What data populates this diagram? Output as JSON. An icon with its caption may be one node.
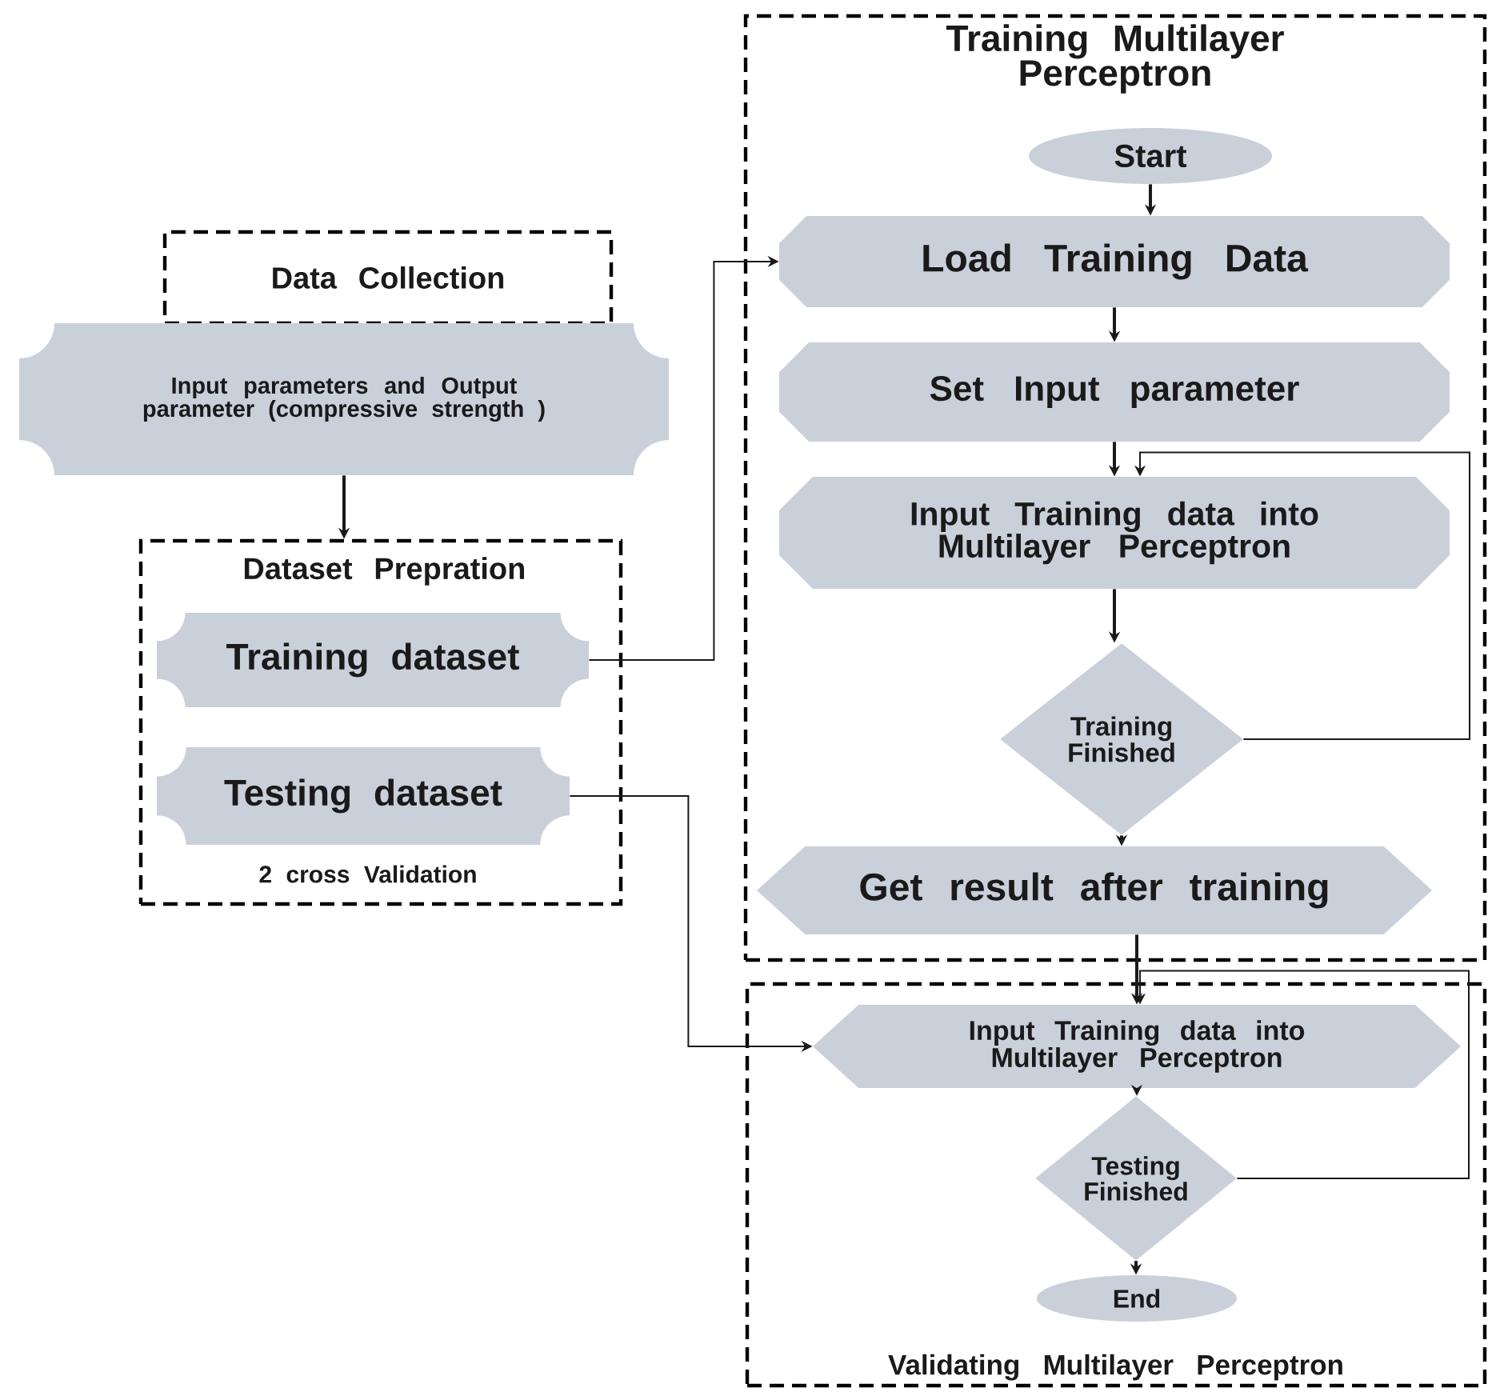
{
  "diagram": {
    "nodes": [
      {
        "text": [
          "Data Collection"
        ]
      },
      {
        "text": [
          "Input parameters and Output parameter (compressive strength )"
        ]
      },
      {
        "text": [
          "Dataset Prepration",
          "2 cross Validation"
        ]
      },
      {
        "text": [
          "Training dataset"
        ],
        "in": 2
      },
      {
        "text": [
          "Testing dataset"
        ],
        "in": 2
      },
      {
        "text": [
          "Training Multilayer Perceptron"
        ]
      },
      {
        "text": [
          "Start"
        ],
        "in": 5
      },
      {
        "text": [
          "Load Training Data"
        ],
        "in": 5
      },
      {
        "text": [
          "Set Input parameter"
        ],
        "in": 5
      },
      {
        "text": [
          "Input Training data into Multilayer Perceptron"
        ],
        "in": 5
      },
      {
        "text": [
          "Training Finished"
        ],
        "in": 5
      },
      {
        "text": [
          "Get result after training"
        ],
        "in": 5
      },
      {
        "text": [
          "Validating Multilayer Perceptron"
        ]
      },
      {
        "text": [
          "Input Training data into Multilayer Perceptron"
        ],
        "in": 12
      },
      {
        "text": [
          "Testing Finished"
        ],
        "in": 12
      },
      {
        "text": [
          "End"
        ],
        "in": 12
      }
    ],
    "edges": [
      {
        "from": 1,
        "to": 2,
        "arrow": "to"
      },
      {
        "from": 3,
        "to": 7,
        "arrow": "to"
      },
      {
        "from": 4,
        "to": 13,
        "arrow": "to"
      },
      {
        "from": 6,
        "to": 7,
        "arrow": "to"
      },
      {
        "from": 7,
        "to": 8,
        "arrow": "to"
      },
      {
        "from": 8,
        "to": 9,
        "arrow": "to"
      },
      {
        "from": 9,
        "to": 10,
        "arrow": "to"
      },
      {
        "from": 10,
        "to": 11,
        "arrow": "to"
      },
      {
        "from": 10,
        "to": 9,
        "arrow": "to"
      },
      {
        "from": 11,
        "to": 13,
        "arrow": "to"
      },
      {
        "from": 13,
        "to": 14,
        "arrow": "to"
      },
      {
        "from": 14,
        "to": 15,
        "arrow": "to"
      },
      {
        "from": 14,
        "to": 13,
        "arrow": "to"
      }
    ]
  }
}
